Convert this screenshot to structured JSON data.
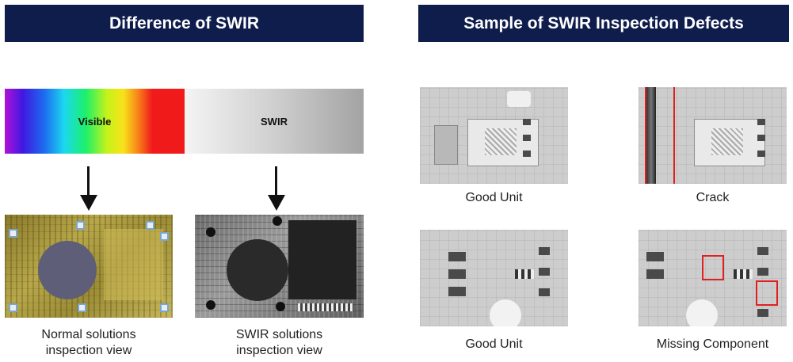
{
  "left_panel": {
    "title": "Difference of SWIR",
    "spectrum": {
      "visible_label": "Visible",
      "swir_label": "SWIR"
    },
    "normal_caption_line1": "Normal solutions",
    "normal_caption_line2": "inspection view",
    "swir_caption_line1": "SWIR solutions",
    "swir_caption_line2": "inspection view"
  },
  "right_panel": {
    "title": "Sample of SWIR Inspection Defects",
    "samples": [
      {
        "caption": "Good Unit"
      },
      {
        "caption": "Crack"
      },
      {
        "caption": "Good Unit"
      },
      {
        "caption": "Missing Component"
      }
    ]
  },
  "colors": {
    "banner": "#0f1d4d",
    "defect_marker": "#e02020"
  },
  "icons": [
    "down-arrow-icon",
    "down-arrow-icon"
  ]
}
